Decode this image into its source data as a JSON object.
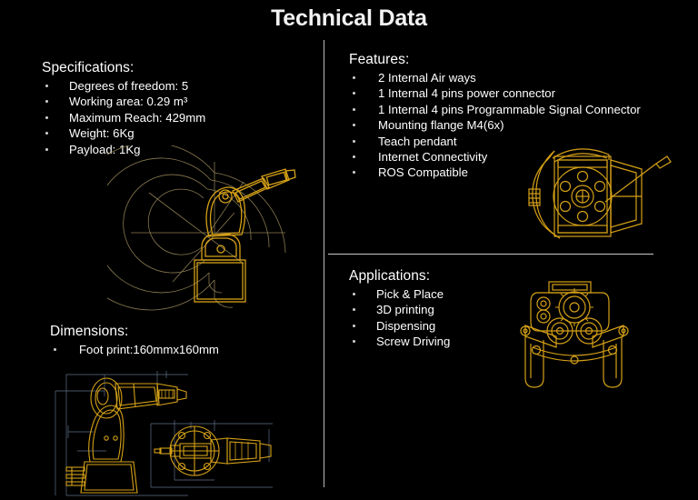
{
  "title": "Technical Data",
  "colors": {
    "background": "#000000",
    "title_text": "#f2f2f2",
    "body_text": "#ffffff",
    "bullet": "#d2d2d2",
    "divider": "#b9b9b9",
    "cad_line": "#d4a017",
    "cad_line_bright": "#f0c040",
    "envelope_line": "#8a7a50"
  },
  "sections": {
    "specifications": {
      "heading": "Specifications:",
      "items": [
        "Degrees of freedom: 5",
        "Working area:  0.29 m³",
        "Maximum Reach: 429mm",
        "Weight: 6Kg",
        "Payload: 1Kg"
      ]
    },
    "dimensions": {
      "heading": "Dimensions:",
      "items": [
        "Foot print:160mmx160mm"
      ]
    },
    "features": {
      "heading": "Features:",
      "items": [
        "2 Internal Air ways",
        "1 Internal 4 pins power connector",
        "1 Internal 4 pins  Programmable Signal Connector",
        "Mounting flange M4(6x)",
        "Teach pendant",
        "Internet Connectivity",
        "ROS Compatible"
      ]
    },
    "applications": {
      "heading": "Applications:",
      "items": [
        "Pick & Place",
        "3D printing",
        "Dispensing",
        "Screw Driving"
      ]
    }
  },
  "drawings": {
    "envelope": "robot-arm-working-envelope-diagram",
    "flange": "mounting-flange-bolt-pattern-diagram",
    "gripper": "gear-driven-gripper-diagram",
    "side_view": "robot-arm-side-view-dimensioned-drawing",
    "top_view": "robot-arm-top-view-dimensioned-drawing"
  }
}
